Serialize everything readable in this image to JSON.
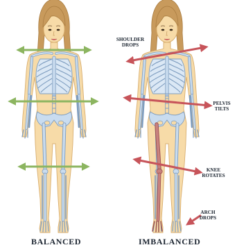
{
  "figures": {
    "left": {
      "caption": "BALANCED"
    },
    "right": {
      "caption": "IMBALANCED"
    }
  },
  "annotations": {
    "shoulder": {
      "line1": "SHOULDER",
      "line2": "DROPS"
    },
    "pelvis": {
      "line1": "PELVIS",
      "line2": "TILTS"
    },
    "knee": {
      "line1": "KNEE",
      "line2": "ROTATES"
    },
    "arch": {
      "line1": "ARCH",
      "line2": "DROPS"
    }
  },
  "colors": {
    "skin": "#f7dba8",
    "skin_outline": "#d8ae6f",
    "bone": "#c9dcef",
    "bone_outline": "#7d9cbf",
    "hair": "#c89a5c",
    "balanced_arrow": "#8cb560",
    "imbalanced_arrow": "#c7545a",
    "highlighted_leg_bone": "#c9827f",
    "text": "#1b2430"
  },
  "icons": {
    "balanced_arrow": "double-headed-arrow-icon",
    "imbalanced_arrow": "double-headed-arrow-icon",
    "arch_arrow": "single-arrow-icon"
  }
}
